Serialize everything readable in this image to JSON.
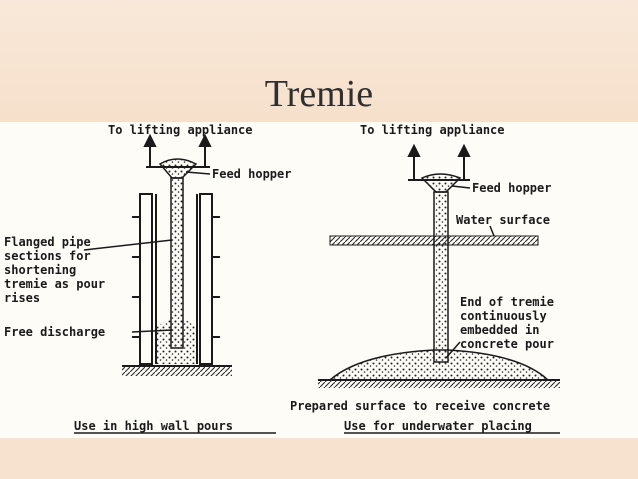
{
  "slide": {
    "title": "Tremie"
  },
  "left_diagram": {
    "top_label": "To lifting appliance",
    "hopper_label": "Feed hopper",
    "pipe_label_lines": [
      "Flanged pipe",
      "sections for",
      "shortening",
      "tremie as pour",
      "rises"
    ],
    "discharge_label": "Free discharge",
    "caption": "Use in high wall pours"
  },
  "right_diagram": {
    "top_label": "To lifting appliance",
    "hopper_label": "Feed hopper",
    "water_label": "Water surface",
    "end_label_lines": [
      "End of tremie",
      "continuously",
      "embedded in",
      "concrete pour"
    ],
    "surface_label": "Prepared surface to receive concrete",
    "caption": "Use for underwater placing"
  },
  "colors": {
    "header_bg": "#f7e3d0",
    "figure_bg": "#fdfcf7",
    "ink": "#1a1a1a"
  }
}
